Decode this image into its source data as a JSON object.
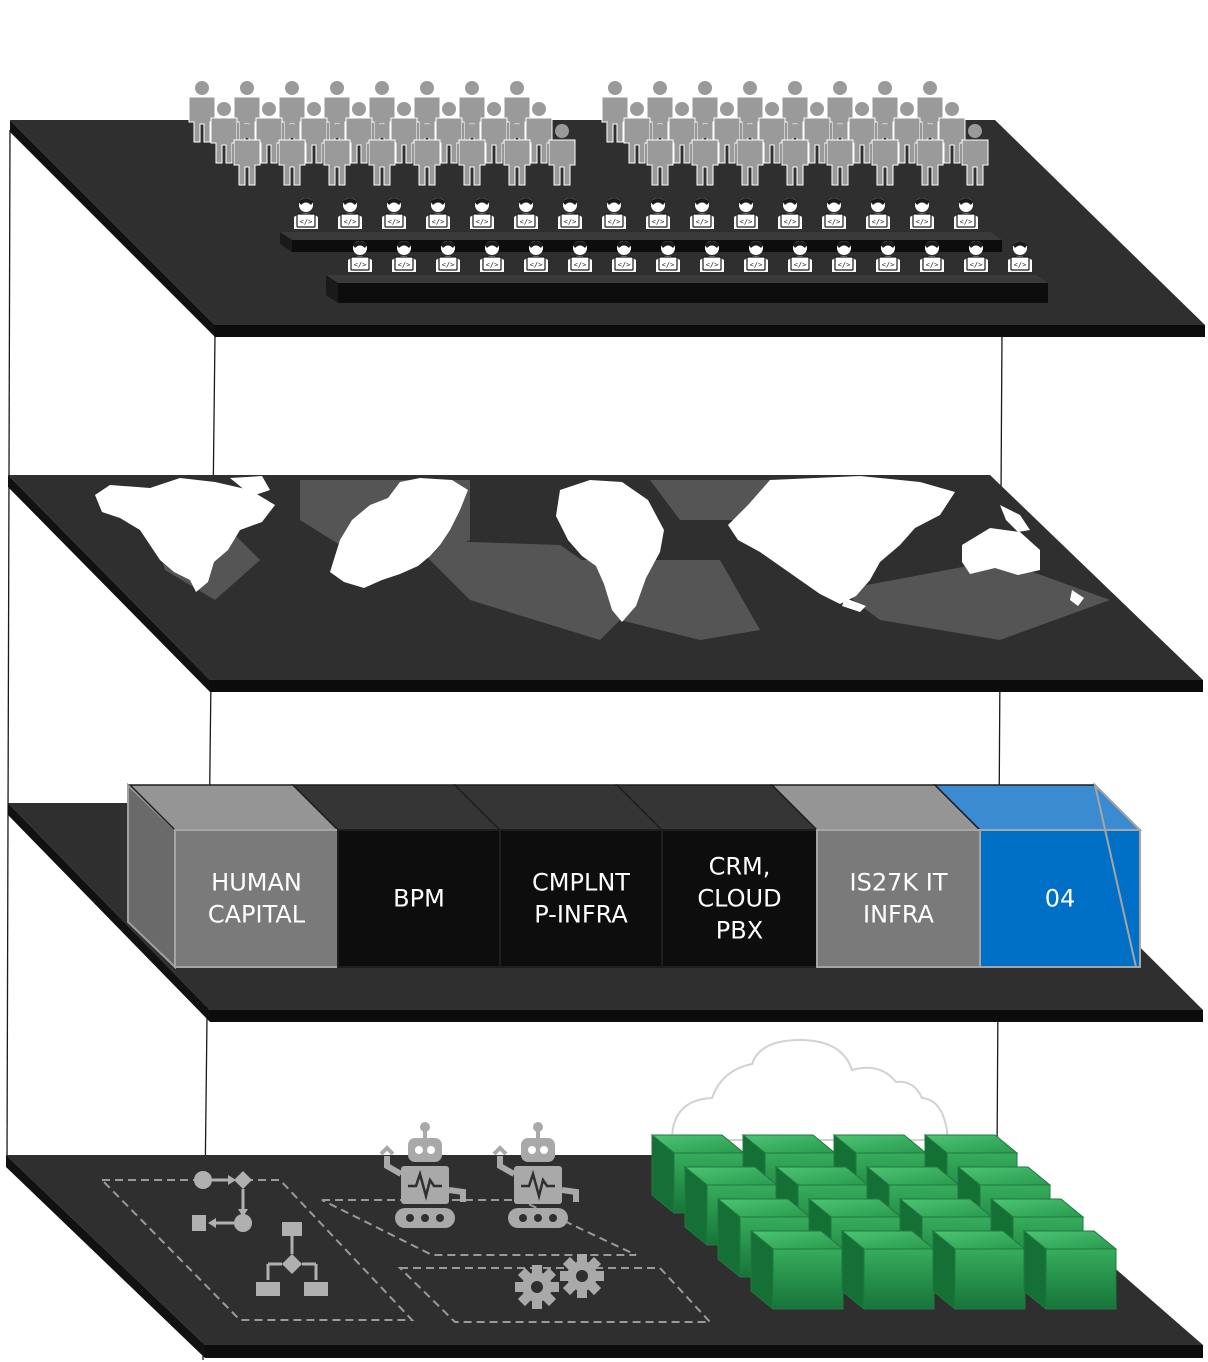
{
  "diagram": {
    "layers": [
      {
        "id": "people",
        "icons": [
          "people-crowd-icon",
          "developer-at-laptop-icon"
        ]
      },
      {
        "id": "world-map",
        "icons": [
          "world-map-icon"
        ]
      },
      {
        "id": "service-blocks",
        "boxes": [
          {
            "lines": [
              "HUMAN",
              "CAPITAL"
            ],
            "front": "#7a7a7a",
            "top": "#959595",
            "side": "#6a6a6a"
          },
          {
            "lines": [
              "BPM"
            ],
            "front": "#0d0d0d",
            "top": "#353535"
          },
          {
            "lines": [
              "CMPLNT",
              "P-INFRA"
            ],
            "front": "#0d0d0d",
            "top": "#353535"
          },
          {
            "lines": [
              "CRM,",
              "CLOUD",
              "PBX"
            ],
            "front": "#0d0d0d",
            "top": "#353535"
          },
          {
            "lines": [
              "IS27K IT",
              "INFRA"
            ],
            "front": "#7a7a7a",
            "top": "#959595"
          },
          {
            "lines": [
              "04"
            ],
            "front": "#0070c6",
            "top": "#3a8bd0"
          }
        ]
      },
      {
        "id": "automation",
        "icons": [
          "flowchart-icon",
          "robot-icon",
          "gears-icon",
          "cloud-icon",
          "green-cube-icon"
        ]
      }
    ],
    "colors": {
      "platform": "#2f2f2f",
      "platform_edge": "#0c0c0c",
      "icon_gray": "#9c9c9c",
      "cube_green": "#2a9a4e"
    }
  }
}
